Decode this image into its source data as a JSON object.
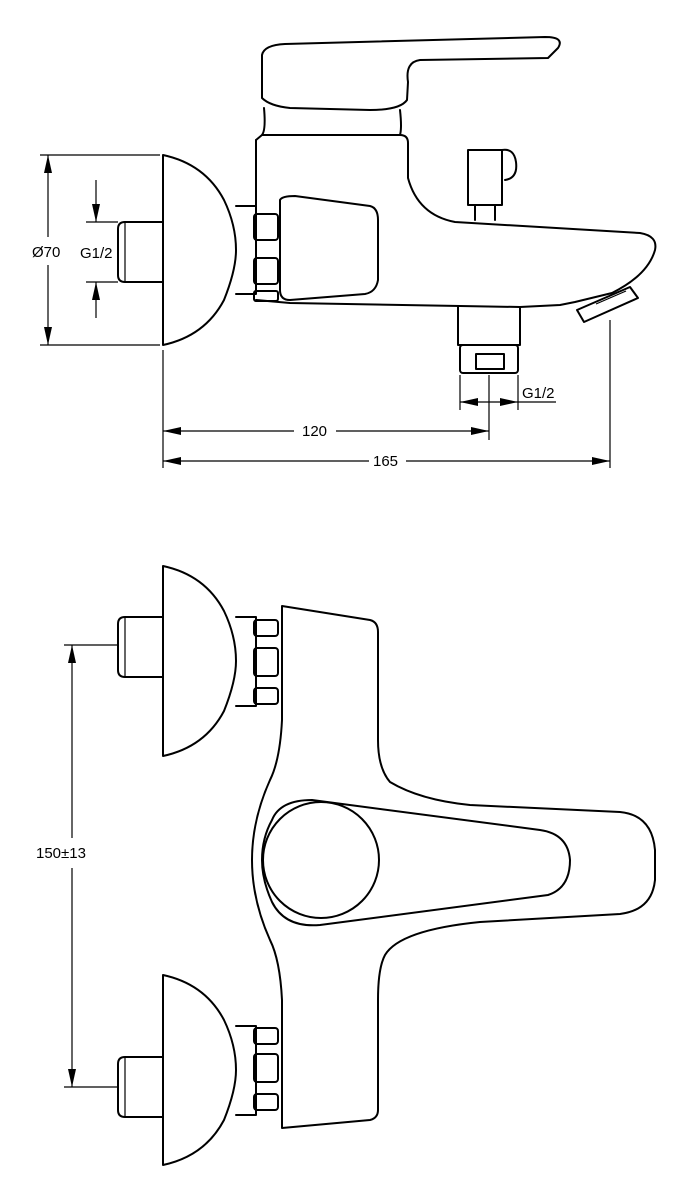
{
  "dimensions": {
    "diameter": "Ø70",
    "thread_inlet": "G1/2",
    "thread_outlet": "G1/2",
    "length_to_outlet": "120",
    "overall_length": "165",
    "center_distance": "150±13"
  }
}
